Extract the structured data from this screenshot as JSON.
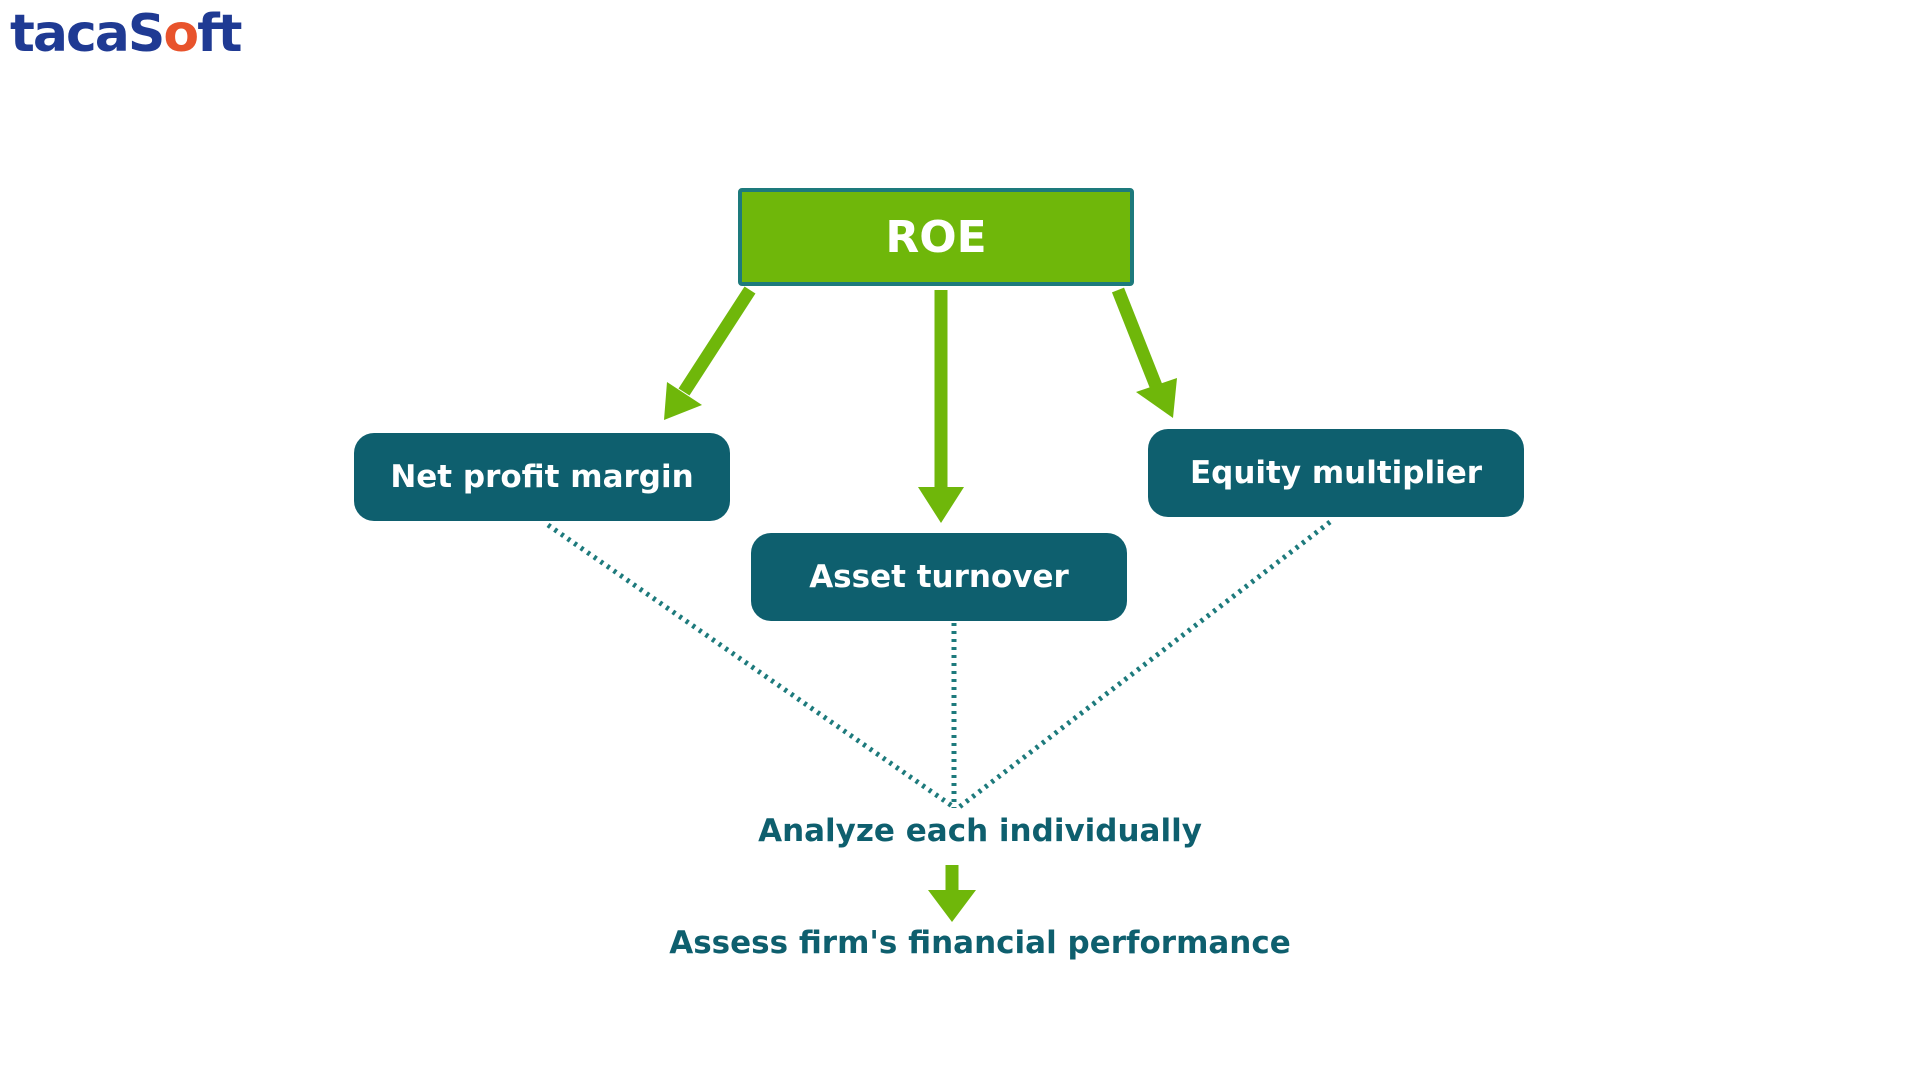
{
  "logo": {
    "prefix": "taca",
    "mid": "S",
    "accent": "o",
    "suffix": "ft"
  },
  "diagram": {
    "root": "ROE",
    "factors": [
      "Net profit margin",
      "Asset turnover",
      "Equity multiplier"
    ],
    "step": "Analyze each individually",
    "result": "Assess firm's financial performance"
  },
  "colors": {
    "green": "#6fb70a",
    "teal": "#0e5f6e",
    "root_border": "#1d7a7c",
    "logo_blue": "#1f3a93",
    "logo_accent": "#e8532c"
  }
}
